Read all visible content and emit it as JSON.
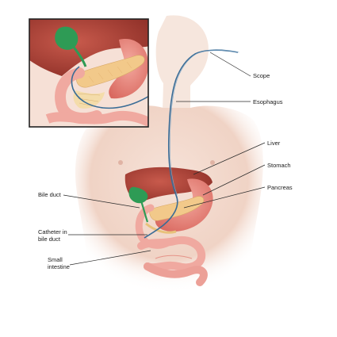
{
  "diagram": {
    "labels": {
      "scope": "Scope",
      "esophagus": "Esophagus",
      "liver": "Liver",
      "stomach": "Stomach",
      "pancreas": "Pancreas",
      "bile_duct": "Bile duct",
      "catheter_line1": "Catheter in",
      "catheter_line2": "bile duct",
      "small_intestine_line1": "Small",
      "small_intestine_line2": "intestine"
    },
    "colors": {
      "skin": "#f2d8cb",
      "liver": "#b5483c",
      "stomach": "#e88e86",
      "pancreas": "#f2c98a",
      "gallbladder": "#2e9b55",
      "intestine": "#f0a9a0",
      "scope": "#3a6c96",
      "inset_border": "#222222"
    }
  }
}
